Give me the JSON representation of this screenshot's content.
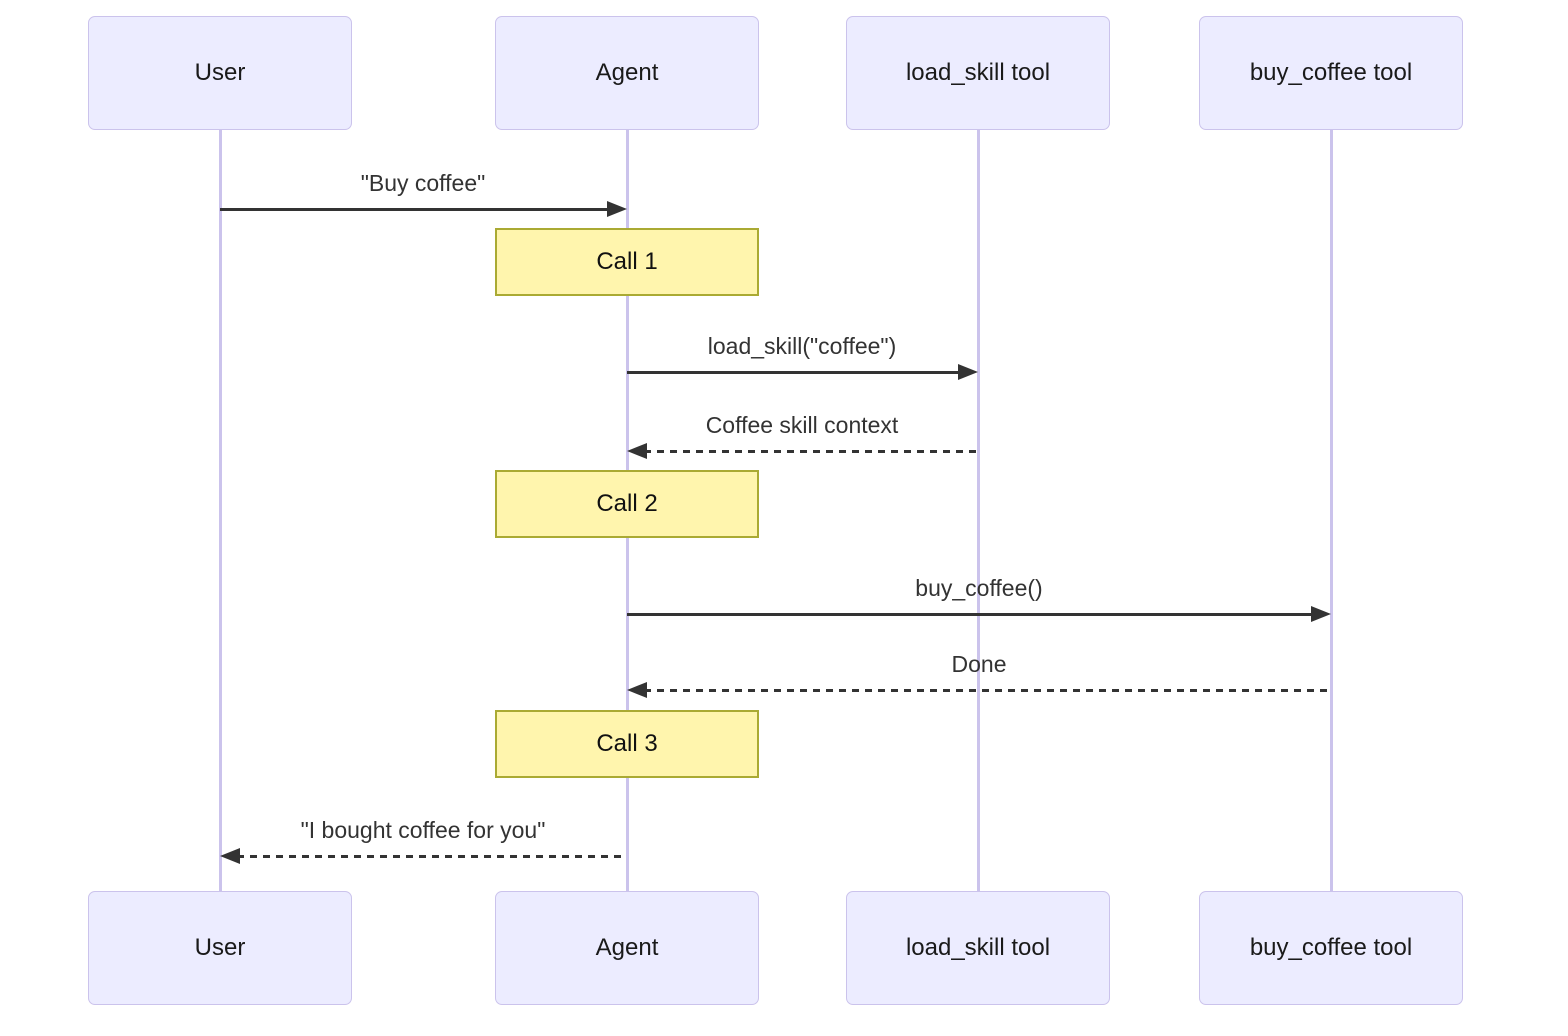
{
  "diagram": {
    "type": "sequence",
    "colors": {
      "background": "#ffffff",
      "actor_fill": "#ECECFF",
      "actor_border": "#CBC3EC",
      "lifeline": "#CBC3EC",
      "note_fill": "#FFF5AD",
      "note_border": "#AAAA33",
      "message": "#333333",
      "actor_text": "#1a1a1a"
    },
    "actors": [
      {
        "label": "User"
      },
      {
        "label": "Agent"
      },
      {
        "label": "load_skill tool"
      },
      {
        "label": "buy_coffee tool"
      }
    ],
    "messages": [
      {
        "label": "\"Buy coffee\"",
        "from": "User",
        "to": "Agent",
        "line": "solid"
      },
      {
        "label": "load_skill(\"coffee\")",
        "from": "Agent",
        "to": "load_skill tool",
        "line": "solid"
      },
      {
        "label": "Coffee skill context",
        "from": "load_skill tool",
        "to": "Agent",
        "line": "dashed"
      },
      {
        "label": "buy_coffee()",
        "from": "Agent",
        "to": "buy_coffee tool",
        "line": "solid"
      },
      {
        "label": "Done",
        "from": "buy_coffee tool",
        "to": "Agent",
        "line": "dashed"
      },
      {
        "label": "\"I bought coffee for you\"",
        "from": "Agent",
        "to": "User",
        "line": "dashed"
      }
    ],
    "notes": [
      {
        "label": "Call 1",
        "over": "Agent"
      },
      {
        "label": "Call 2",
        "over": "Agent"
      },
      {
        "label": "Call 3",
        "over": "Agent"
      }
    ]
  }
}
